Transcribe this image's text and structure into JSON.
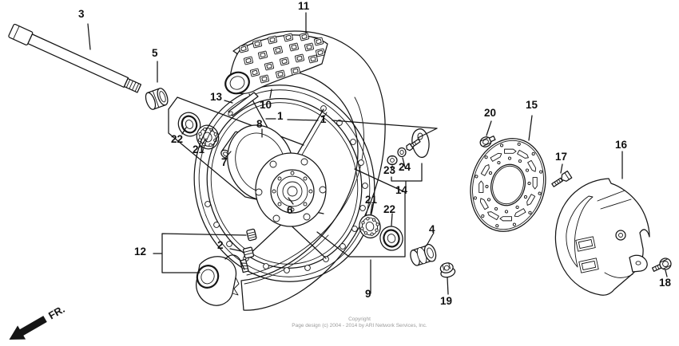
{
  "page": {
    "background_color": "#ffffff",
    "ink_color": "#151515",
    "fr_label": "FR.",
    "copyright": {
      "line1": "Copyright",
      "line2": "Page design (c) 2004 - 2014 by ARI Network Services, Inc.",
      "color": "#9b9b9b"
    }
  },
  "diagram": {
    "kind": "exploded-parts-diagram",
    "subject": "motorcycle front wheel assembly with brake disc and disc guard"
  },
  "labels": [
    {
      "text": "3"
    },
    {
      "text": "5"
    },
    {
      "text": "11"
    },
    {
      "text": "13"
    },
    {
      "text": "10"
    },
    {
      "text": "1"
    },
    {
      "text": "1"
    },
    {
      "text": "8"
    },
    {
      "text": "22"
    },
    {
      "text": "21"
    },
    {
      "text": "7"
    },
    {
      "text": "6"
    },
    {
      "text": "2"
    },
    {
      "text": "12"
    },
    {
      "text": "23"
    },
    {
      "text": "24"
    },
    {
      "text": "14"
    },
    {
      "text": "21"
    },
    {
      "text": "22"
    },
    {
      "text": "9"
    },
    {
      "text": "4"
    },
    {
      "text": "19"
    },
    {
      "text": "20"
    },
    {
      "text": "15"
    },
    {
      "text": "17"
    },
    {
      "text": "16"
    },
    {
      "text": "18"
    }
  ]
}
